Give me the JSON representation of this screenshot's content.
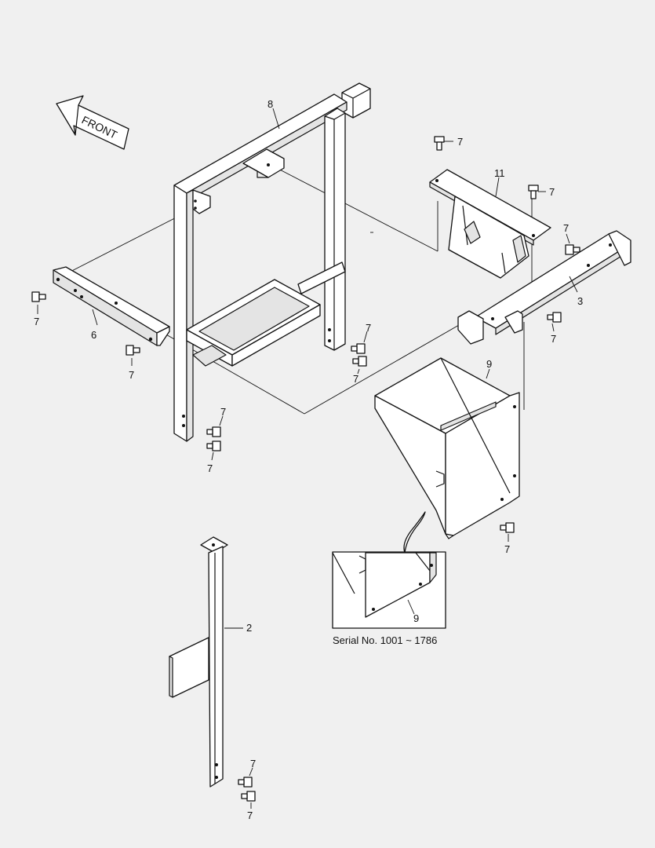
{
  "front_label": "FRONT",
  "inset_caption": "Serial No. 1001 ~ 1786",
  "callouts": {
    "frame": "8",
    "tray_bracket": "11",
    "rail_right": "3",
    "rail_left": "6",
    "cover": "9",
    "cover_inset": "9",
    "stay": "2",
    "bolt_a": "7",
    "bolt_b": "7",
    "bolt_c": "7",
    "bolt_d": "7",
    "bolt_e": "7",
    "bolt_f": "7",
    "bolt_g": "7",
    "bolt_h": "7",
    "bolt_i": "7",
    "bolt_j": "7",
    "bolt_k": "7",
    "bolt_l": "7",
    "bolt_m": "7"
  }
}
